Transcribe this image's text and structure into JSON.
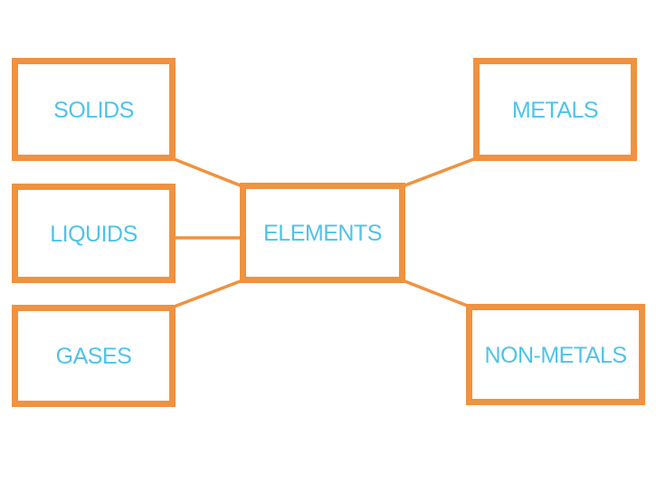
{
  "colors": {
    "box_border": "#F0923F",
    "connector": "#F0923F",
    "label_text": "#4FC3E8",
    "background": "#FFFFFF"
  },
  "diagram": {
    "center_node": {
      "id": "elements",
      "label": "ELEMENTS"
    },
    "nodes": [
      {
        "id": "solids",
        "label": "SOLIDS"
      },
      {
        "id": "metals",
        "label": "METALS"
      },
      {
        "id": "liquids",
        "label": "LIQUIDS"
      },
      {
        "id": "gases",
        "label": "GASES"
      },
      {
        "id": "non-metals",
        "label": "NON-METALS"
      }
    ],
    "edges": [
      {
        "from": "solids",
        "to": "elements"
      },
      {
        "from": "metals",
        "to": "elements"
      },
      {
        "from": "liquids",
        "to": "elements"
      },
      {
        "from": "gases",
        "to": "elements"
      },
      {
        "from": "non-metals",
        "to": "elements"
      }
    ]
  }
}
